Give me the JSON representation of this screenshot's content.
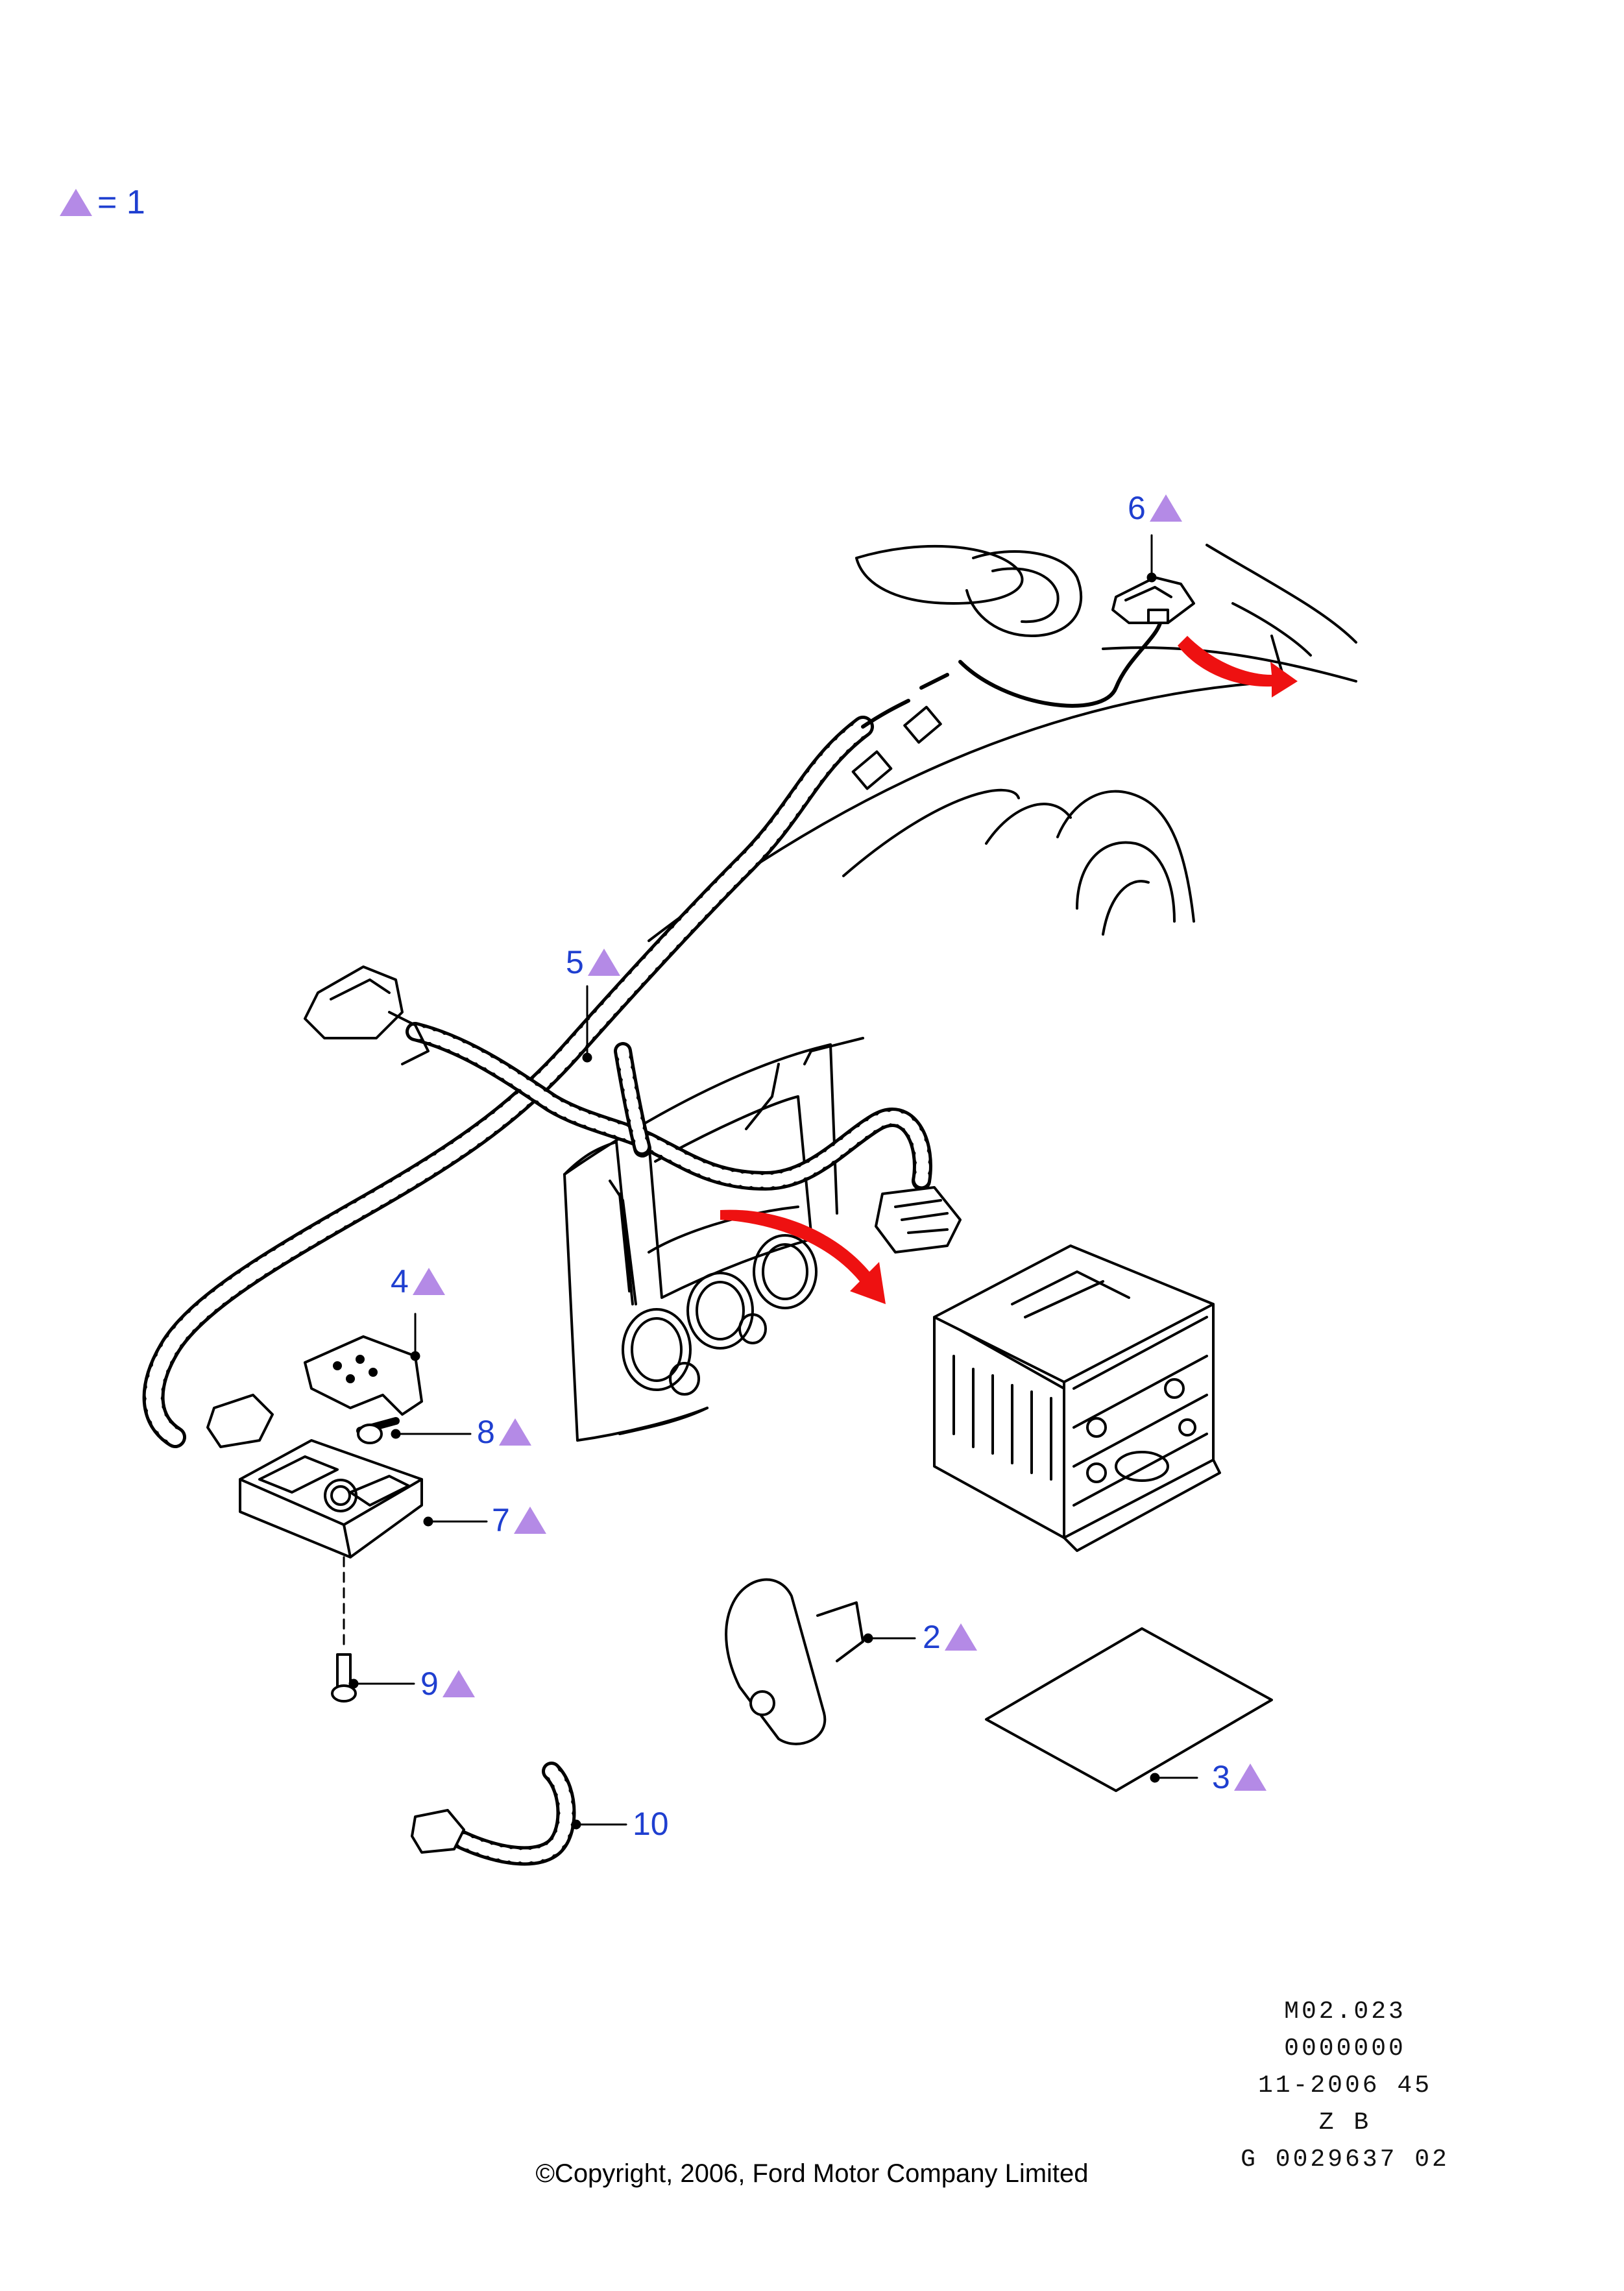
{
  "legend": {
    "symbol": "purple-triangle-icon",
    "text": "= 1"
  },
  "callouts": [
    {
      "id": "1",
      "label": "2"
    },
    {
      "id": "2",
      "label": "3"
    },
    {
      "id": "3",
      "label": "4"
    },
    {
      "id": "4",
      "label": "5"
    },
    {
      "id": "5",
      "label": "6"
    },
    {
      "id": "6",
      "label": "7"
    },
    {
      "id": "7",
      "label": "8"
    },
    {
      "id": "8",
      "label": "9"
    },
    {
      "id": "9",
      "label": "10"
    }
  ],
  "info_block": {
    "line1": "M02.023",
    "line2": "0000000",
    "line3": "11-2006 45",
    "line4": "Z B",
    "line5": "G 0029637 02"
  },
  "copyright": "©Copyright, 2006, Ford Motor Company Limited",
  "colors": {
    "callout_text": "#1f3fd0",
    "triangle": "#b48ae6",
    "arrow": "#ee1111",
    "line": "#000000"
  }
}
